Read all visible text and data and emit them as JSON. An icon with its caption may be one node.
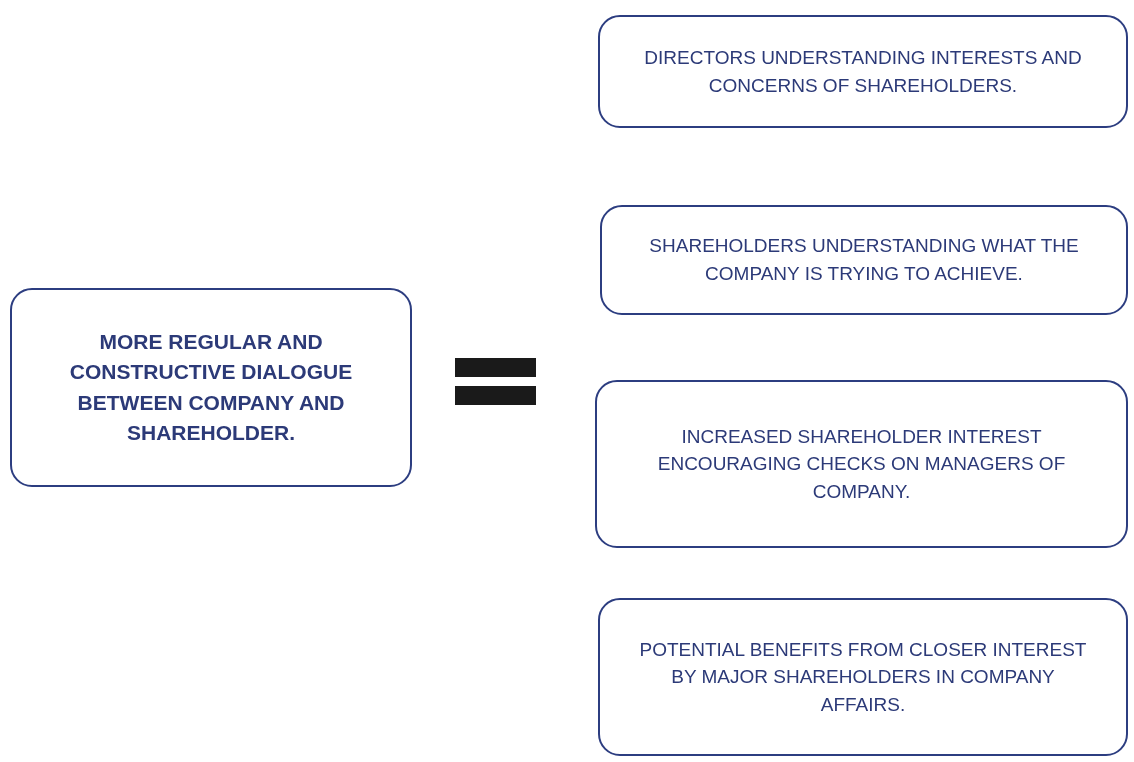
{
  "diagram": {
    "nodes": [
      {
        "text": [
          "MORE REGULAR AND CONSTRUCTIVE DIALOGUE BETWEEN COMPANY AND SHAREHOLDER."
        ]
      },
      {
        "text": [
          "DIRECTORS UNDERSTANDING INTERESTS AND CONCERNS OF SHAREHOLDERS."
        ]
      },
      {
        "text": [
          "SHAREHOLDERS UNDERSTANDING WHAT THE COMPANY IS TRYING TO ACHIEVE."
        ]
      },
      {
        "text": [
          "INCREASED SHAREHOLDER INTEREST ENCOURAGING CHECKS ON MANAGERS OF COMPANY."
        ]
      },
      {
        "text": [
          "POTENTIAL BENEFITS FROM CLOSER INTEREST BY MAJOR SHAREHOLDERS IN COMPANY AFFAIRS."
        ]
      }
    ]
  }
}
